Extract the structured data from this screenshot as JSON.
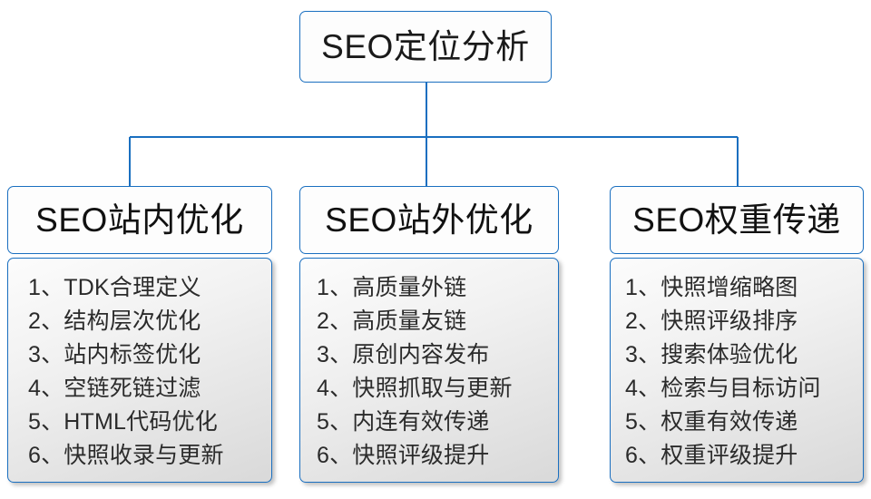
{
  "diagram": {
    "type": "tree-org-chart",
    "title": "SEO定位分析",
    "colors": {
      "border": "#1a6fc0",
      "connector": "#1a6fc0",
      "header_background": "#fdfdfd",
      "list_background_top": "#fcfcfc",
      "list_background_bottom": "#d9d9d9",
      "title_text": "#1a1a1a",
      "list_text": "#2b2b2b"
    },
    "root": {
      "label": "SEO定位分析"
    },
    "branches": [
      {
        "header": "SEO站内优化",
        "items": [
          "1、TDK合理定义",
          "2、结构层次优化",
          "3、站内标签优化",
          "4、空链死链过滤",
          "5、HTML代码优化",
          "6、快照收录与更新"
        ]
      },
      {
        "header": "SEO站外优化",
        "items": [
          "1、高质量外链",
          "2、高质量友链",
          "3、原创内容发布",
          "4、快照抓取与更新",
          "5、内连有效传递",
          "6、快照评级提升"
        ]
      },
      {
        "header": "SEO权重传递",
        "items": [
          "1、快照增缩略图",
          "2、快照评级排序",
          "3、搜索体验优化",
          "4、检索与目标访问",
          "5、权重有效传递",
          "6、权重评级提升"
        ]
      }
    ]
  }
}
